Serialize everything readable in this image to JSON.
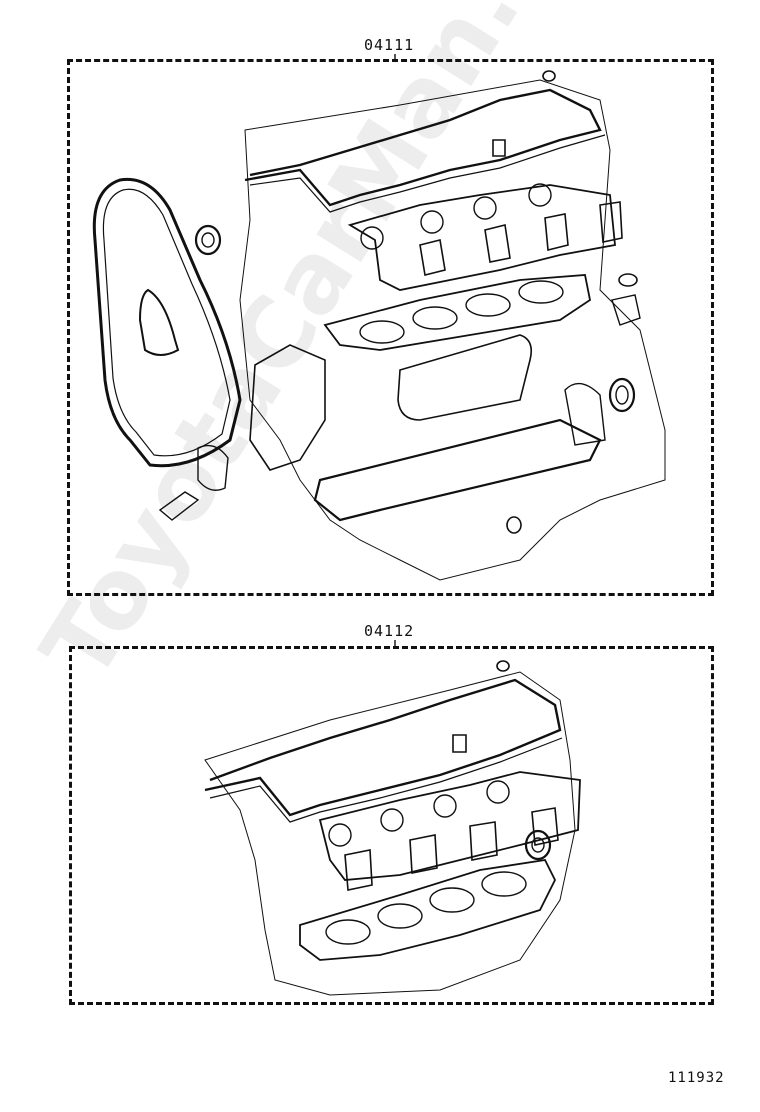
{
  "diagram": {
    "groups": [
      {
        "part_number": "04111"
      },
      {
        "part_number": "04112"
      }
    ],
    "figure_number": "111932",
    "watermark": "ToyotaCarMan.ru"
  },
  "colors": {
    "ink": "#111111",
    "background": "#ffffff"
  },
  "icons": [
    "gasket-kit-drawing-top",
    "gasket-kit-drawing-bottom"
  ]
}
